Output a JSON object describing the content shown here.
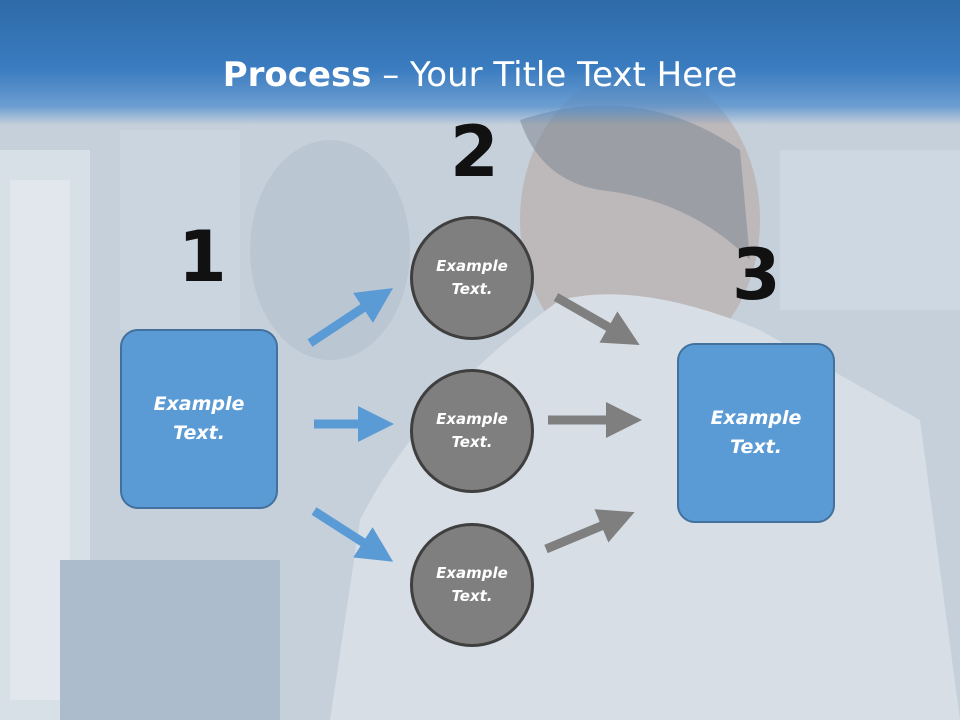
{
  "title": {
    "bold": "Process",
    "rest": " – Your Title Text Here"
  },
  "steps": [
    {
      "number": "1",
      "label_line1": "Example",
      "label_line2": "Text."
    },
    {
      "number": "2"
    },
    {
      "number": "3",
      "label_line1": "Example",
      "label_line2": "Text."
    }
  ],
  "circles": [
    {
      "label_line1": "Example",
      "label_line2": "Text."
    },
    {
      "label_line1": "Example",
      "label_line2": "Text."
    },
    {
      "label_line1": "Example",
      "label_line2": "Text."
    }
  ],
  "colors": {
    "box_fill": "#5b9bd5",
    "box_border": "#41719c",
    "circle_fill": "#7f7f7f",
    "circle_border": "#3f3f3f",
    "blue_arrow": "#5b9bd5",
    "gray_arrow": "#7f7f7f",
    "header": "#3a7cc0"
  }
}
